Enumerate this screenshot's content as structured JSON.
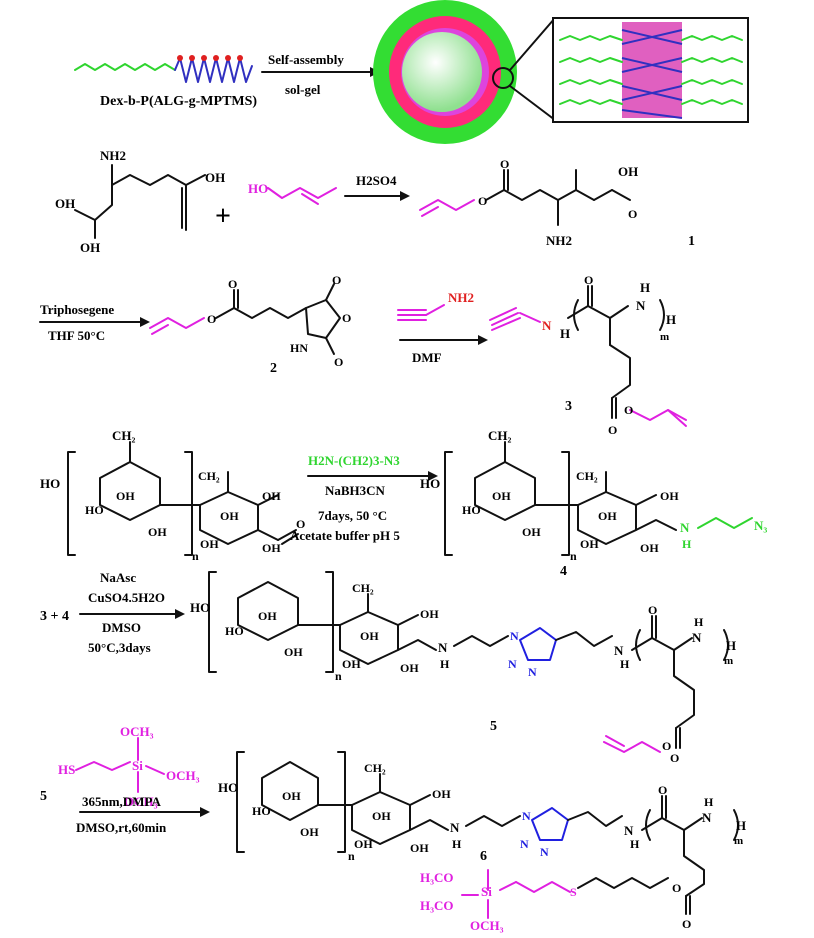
{
  "top": {
    "polymer_label": "Dex-b-P(ALG-g-MPTMS)",
    "arrow_top": "Self-assembly",
    "arrow_bottom": "sol-gel"
  },
  "step1": {
    "reagent": "H2SO4",
    "plus": "+",
    "product_number": "1",
    "atoms": {
      "nh2": "NH2",
      "oh": "OH",
      "ho": "HO"
    }
  },
  "step2": {
    "reagent_top": "Triphosegene",
    "reagent_bottom": "THF 50°C",
    "compound2": "2",
    "amine": "NH2",
    "solvent": "DMF",
    "compound3": "3"
  },
  "step3": {
    "reagent_amine": "H2N-(CH2)3-N3",
    "cond1": "NaBH3CN",
    "cond2": "7days, 50 °C",
    "cond3": "Acetate buffer pH 5",
    "compound4": "4"
  },
  "step4": {
    "reactants": "3 + 4",
    "cond1": "NaAsc",
    "cond2": "CuSO4.5H2O",
    "cond3": "DMSO",
    "cond4": "50°C,3days",
    "compound5": "5"
  },
  "step5": {
    "reactant": "5",
    "cond1": "365nm,DMPA",
    "cond2": "DMSO,rt,60min",
    "compound6": "6"
  },
  "colors": {
    "dextran": "#2fd52f",
    "allyl": "#e020e0",
    "amine_red": "#e02020",
    "triazole": "#2020e0",
    "core": "#d8ffd8"
  }
}
